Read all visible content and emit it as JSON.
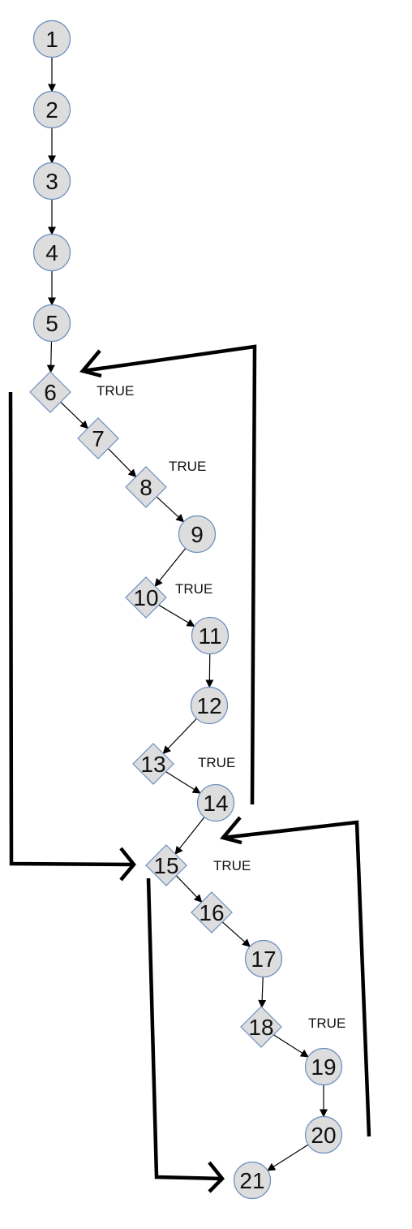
{
  "colors": {
    "node_fill": "#dddddd",
    "node_stroke": "#6c8ebf",
    "edge": "#000000",
    "loop_edge": "#000000"
  },
  "nodes": [
    {
      "id": "1",
      "shape": "circle"
    },
    {
      "id": "2",
      "shape": "circle"
    },
    {
      "id": "3",
      "shape": "circle"
    },
    {
      "id": "4",
      "shape": "circle"
    },
    {
      "id": "5",
      "shape": "circle"
    },
    {
      "id": "6",
      "shape": "diamond"
    },
    {
      "id": "7",
      "shape": "diamond"
    },
    {
      "id": "8",
      "shape": "diamond"
    },
    {
      "id": "9",
      "shape": "circle"
    },
    {
      "id": "10",
      "shape": "diamond"
    },
    {
      "id": "11",
      "shape": "circle"
    },
    {
      "id": "12",
      "shape": "circle"
    },
    {
      "id": "13",
      "shape": "diamond"
    },
    {
      "id": "14",
      "shape": "circle"
    },
    {
      "id": "15",
      "shape": "diamond"
    },
    {
      "id": "16",
      "shape": "diamond"
    },
    {
      "id": "17",
      "shape": "circle"
    },
    {
      "id": "18",
      "shape": "diamond"
    },
    {
      "id": "19",
      "shape": "circle"
    },
    {
      "id": "20",
      "shape": "circle"
    },
    {
      "id": "21",
      "shape": "circle"
    }
  ],
  "edges": [
    {
      "from": "1",
      "to": "2"
    },
    {
      "from": "2",
      "to": "3"
    },
    {
      "from": "3",
      "to": "4"
    },
    {
      "from": "4",
      "to": "5"
    },
    {
      "from": "5",
      "to": "6"
    },
    {
      "from": "6",
      "to": "7",
      "label": "TRUE"
    },
    {
      "from": "7",
      "to": "8"
    },
    {
      "from": "8",
      "to": "9",
      "label": "TRUE"
    },
    {
      "from": "9",
      "to": "10"
    },
    {
      "from": "10",
      "to": "11",
      "label": "TRUE"
    },
    {
      "from": "11",
      "to": "12"
    },
    {
      "from": "12",
      "to": "13"
    },
    {
      "from": "13",
      "to": "14",
      "label": "TRUE"
    },
    {
      "from": "14",
      "to": "15"
    },
    {
      "from": "15",
      "to": "16",
      "label": "TRUE"
    },
    {
      "from": "16",
      "to": "17"
    },
    {
      "from": "17",
      "to": "18"
    },
    {
      "from": "18",
      "to": "19",
      "label": "TRUE"
    },
    {
      "from": "19",
      "to": "20"
    },
    {
      "from": "20",
      "to": "21"
    }
  ],
  "loop_edges": [
    {
      "from": "14",
      "to": "6"
    },
    {
      "from": "6",
      "to": "15"
    },
    {
      "from": "20",
      "to": "14"
    },
    {
      "from": "15",
      "to": "21"
    }
  ]
}
